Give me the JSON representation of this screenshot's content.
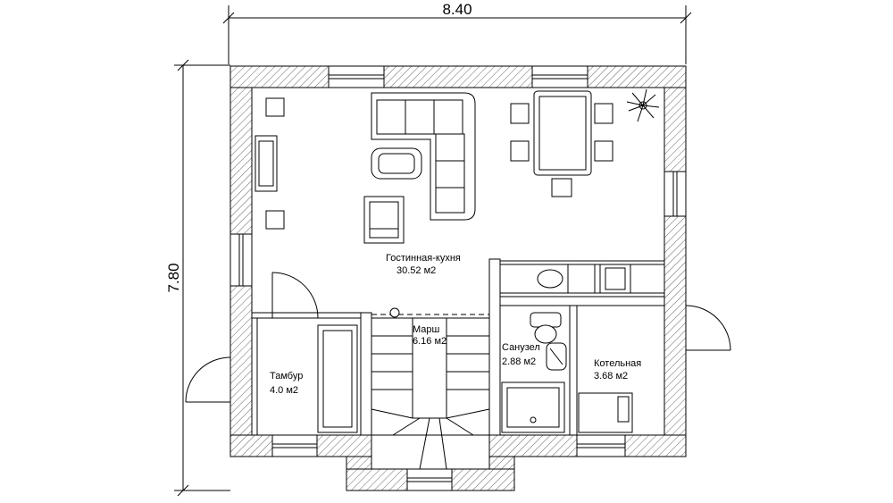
{
  "dimensions": {
    "width_label": "8.40",
    "height_label": "7.80"
  },
  "rooms": [
    {
      "id": "living",
      "name": "Гостинная-кухня",
      "area": "30.52 м2"
    },
    {
      "id": "stairs",
      "name": "Марш",
      "area": "6.16 м2"
    },
    {
      "id": "vestibule",
      "name": "Тамбур",
      "area": "4.0 м2"
    },
    {
      "id": "bathroom",
      "name": "Санузел",
      "area": "2.88 м2"
    },
    {
      "id": "boiler",
      "name": "Котельная",
      "area": "3.68 м2"
    }
  ],
  "colors": {
    "line": "#000000",
    "wall_hatch": "#555555",
    "background": "#ffffff"
  }
}
